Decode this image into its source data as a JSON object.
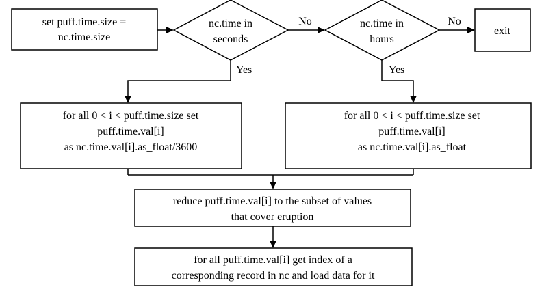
{
  "nodes": {
    "set_size": {
      "lines": [
        "set puff.time.size =",
        "nc.time.size"
      ]
    },
    "decision_seconds": {
      "lines": [
        "nc.time in",
        "seconds"
      ]
    },
    "decision_hours": {
      "lines": [
        "nc.time in",
        "hours"
      ]
    },
    "exit": {
      "lines": [
        "exit"
      ]
    },
    "convert_seconds": {
      "lines": [
        "for all 0 < i < puff.time.size set",
        "puff.time.val[i]",
        "as nc.time.val[i].as_float/3600"
      ]
    },
    "convert_hours": {
      "lines": [
        "for all 0 < i < puff.time.size set",
        "puff.time.val[i]",
        "as nc.time.val[i].as_float"
      ]
    },
    "reduce": {
      "lines": [
        "reduce puff.time.val[i] to the subset of values",
        "that cover eruption"
      ]
    },
    "index": {
      "lines": [
        "for all puff.time.val[i] get index of a",
        "corresponding record in nc and load data for it"
      ]
    }
  },
  "edges": {
    "seconds_no": "No",
    "hours_no": "No",
    "seconds_yes": "Yes",
    "hours_yes": "Yes"
  }
}
